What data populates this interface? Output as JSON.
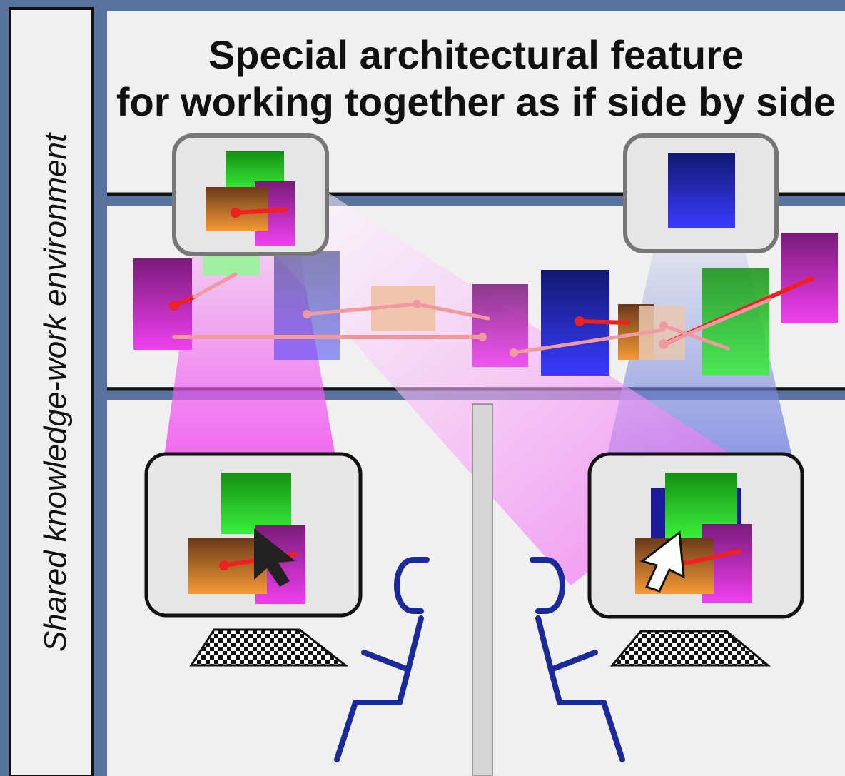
{
  "side_label": "Shared knowledge-work environment",
  "title": {
    "line1": "Special architectural feature",
    "line2": "for working together as if side by side"
  },
  "colors": {
    "frame_blue": "#5a72a0",
    "panel": "#f0f0f0",
    "purple_window": "#8a1f8a",
    "magenta": "#f040f0",
    "green": "#20c020",
    "navy": "#101a80",
    "blue": "#3040f0",
    "orange": "#f09030",
    "brown": "#6a3a1a",
    "link_red": "#f02020",
    "person_blue": "#1a2a9a"
  },
  "icons": {
    "left_cursor": "black-arrow-cursor",
    "right_cursor": "white-arrow-cursor",
    "keyboard": "checkered-keyboard"
  }
}
